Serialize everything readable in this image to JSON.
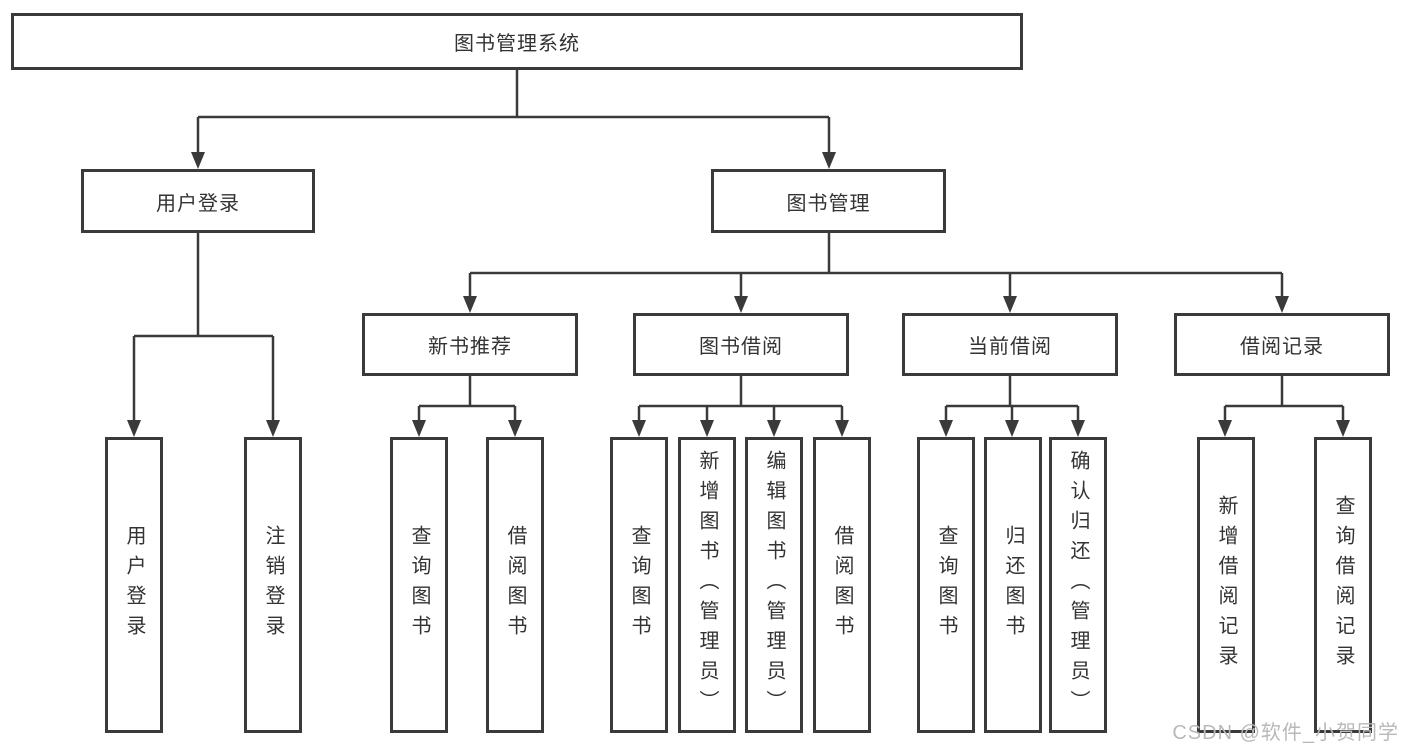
{
  "nodes": {
    "root": {
      "label": "图书管理系统"
    },
    "user_login": {
      "label": "用户登录"
    },
    "book_management": {
      "label": "图书管理"
    },
    "new_book_recommend": {
      "label": "新书推荐"
    },
    "book_borrowing": {
      "label": "图书借阅"
    },
    "current_borrowing": {
      "label": "当前借阅"
    },
    "borrowing_records": {
      "label": "借阅记录"
    },
    "leaf_user_login": {
      "label": "用户登录"
    },
    "leaf_logout": {
      "label": "注销登录"
    },
    "leaf_recommend_query_books": {
      "label": "查询图书"
    },
    "leaf_recommend_borrow_books": {
      "label": "借阅图书"
    },
    "leaf_borrowing_query_books": {
      "label": "查询图书"
    },
    "leaf_borrowing_add_books": {
      "label": "新增图书（管理员）"
    },
    "leaf_borrowing_edit_books": {
      "label": "编辑图书（管理员）"
    },
    "leaf_borrowing_borrow_books": {
      "label": "借阅图书"
    },
    "leaf_current_query_books": {
      "label": "查询图书"
    },
    "leaf_current_return_books": {
      "label": "归还图书"
    },
    "leaf_current_confirm_return": {
      "label": "确认归还（管理员）"
    },
    "leaf_records_add_record": {
      "label": "新增借阅记录"
    },
    "leaf_records_query_record": {
      "label": "查询借阅记录"
    }
  },
  "watermark": {
    "text": "CSDN @软件_小贺同学",
    "color": "#b9b9b9"
  },
  "colors": {
    "line": "#3a3a3a",
    "node_border": "#3a3a3a",
    "node_text": "#333333",
    "background": "#ffffff"
  }
}
